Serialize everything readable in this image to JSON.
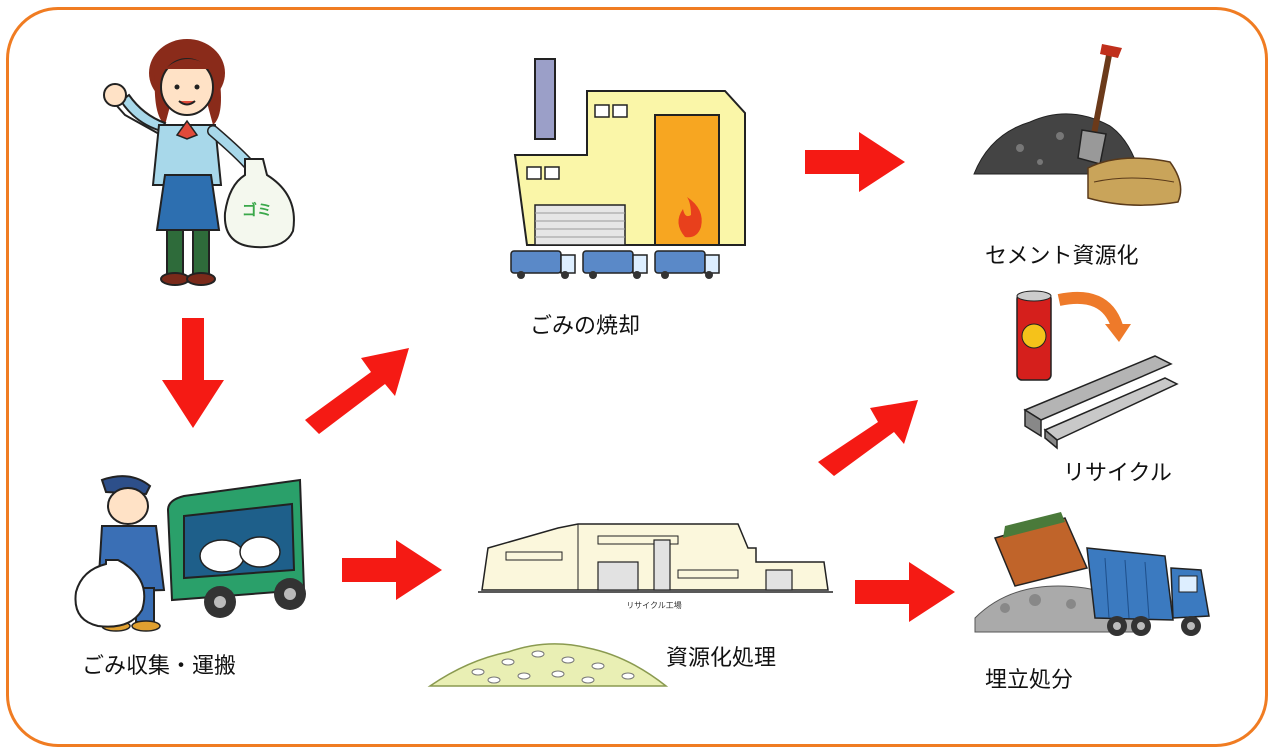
{
  "colors": {
    "frame": "#f07c22",
    "arrow": "#f51a14"
  },
  "nodes": {
    "household": {
      "icon": "woman-with-trash-bag-icon",
      "bag_text": "ゴミ"
    },
    "collection": {
      "label": "ごみ収集・運搬",
      "icon": "garbage-collector-truck-icon"
    },
    "incineration": {
      "label": "ごみの焼却",
      "icon": "incineration-plant-icon"
    },
    "resource": {
      "label": "資源化処理",
      "icon": "recycling-facility-icon",
      "sign": "リサイクル工場"
    },
    "cement": {
      "label": "セメント資源化",
      "icon": "cement-shovel-icon"
    },
    "recycle": {
      "label": "リサイクル",
      "icon": "can-to-metal-icon"
    },
    "landfill": {
      "label": "埋立処分",
      "icon": "dump-truck-landfill-icon"
    }
  }
}
